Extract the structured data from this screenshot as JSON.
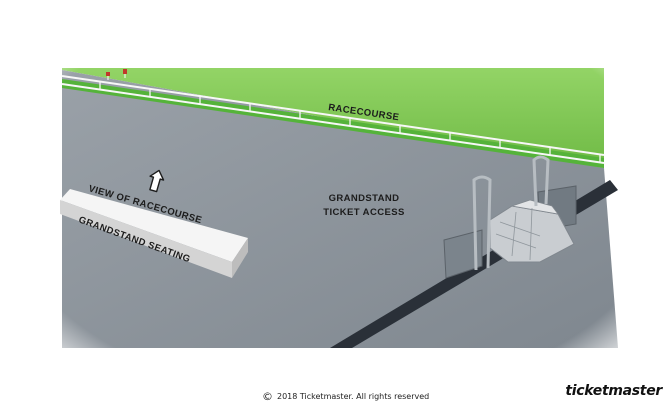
{
  "map": {
    "labels": {
      "racecourse": "RACECOURSE",
      "view": "VIEW OF RACECOURSE",
      "seating": "GRANDSTAND SEATING",
      "access_line1": "GRANDSTAND",
      "access_line2": "TICKET ACCESS"
    },
    "icons": {
      "arrow": "up-arrow-icon"
    },
    "colors": {
      "grass": "#7cc64f",
      "ground": "#8c949c",
      "rail": "#f4f4f4",
      "stand": "#e8e8e8"
    }
  },
  "footer": {
    "copyright_symbol": "©",
    "copyright": "2018 Ticketmaster.  All rights reserved",
    "brand": "ticketmaster"
  }
}
